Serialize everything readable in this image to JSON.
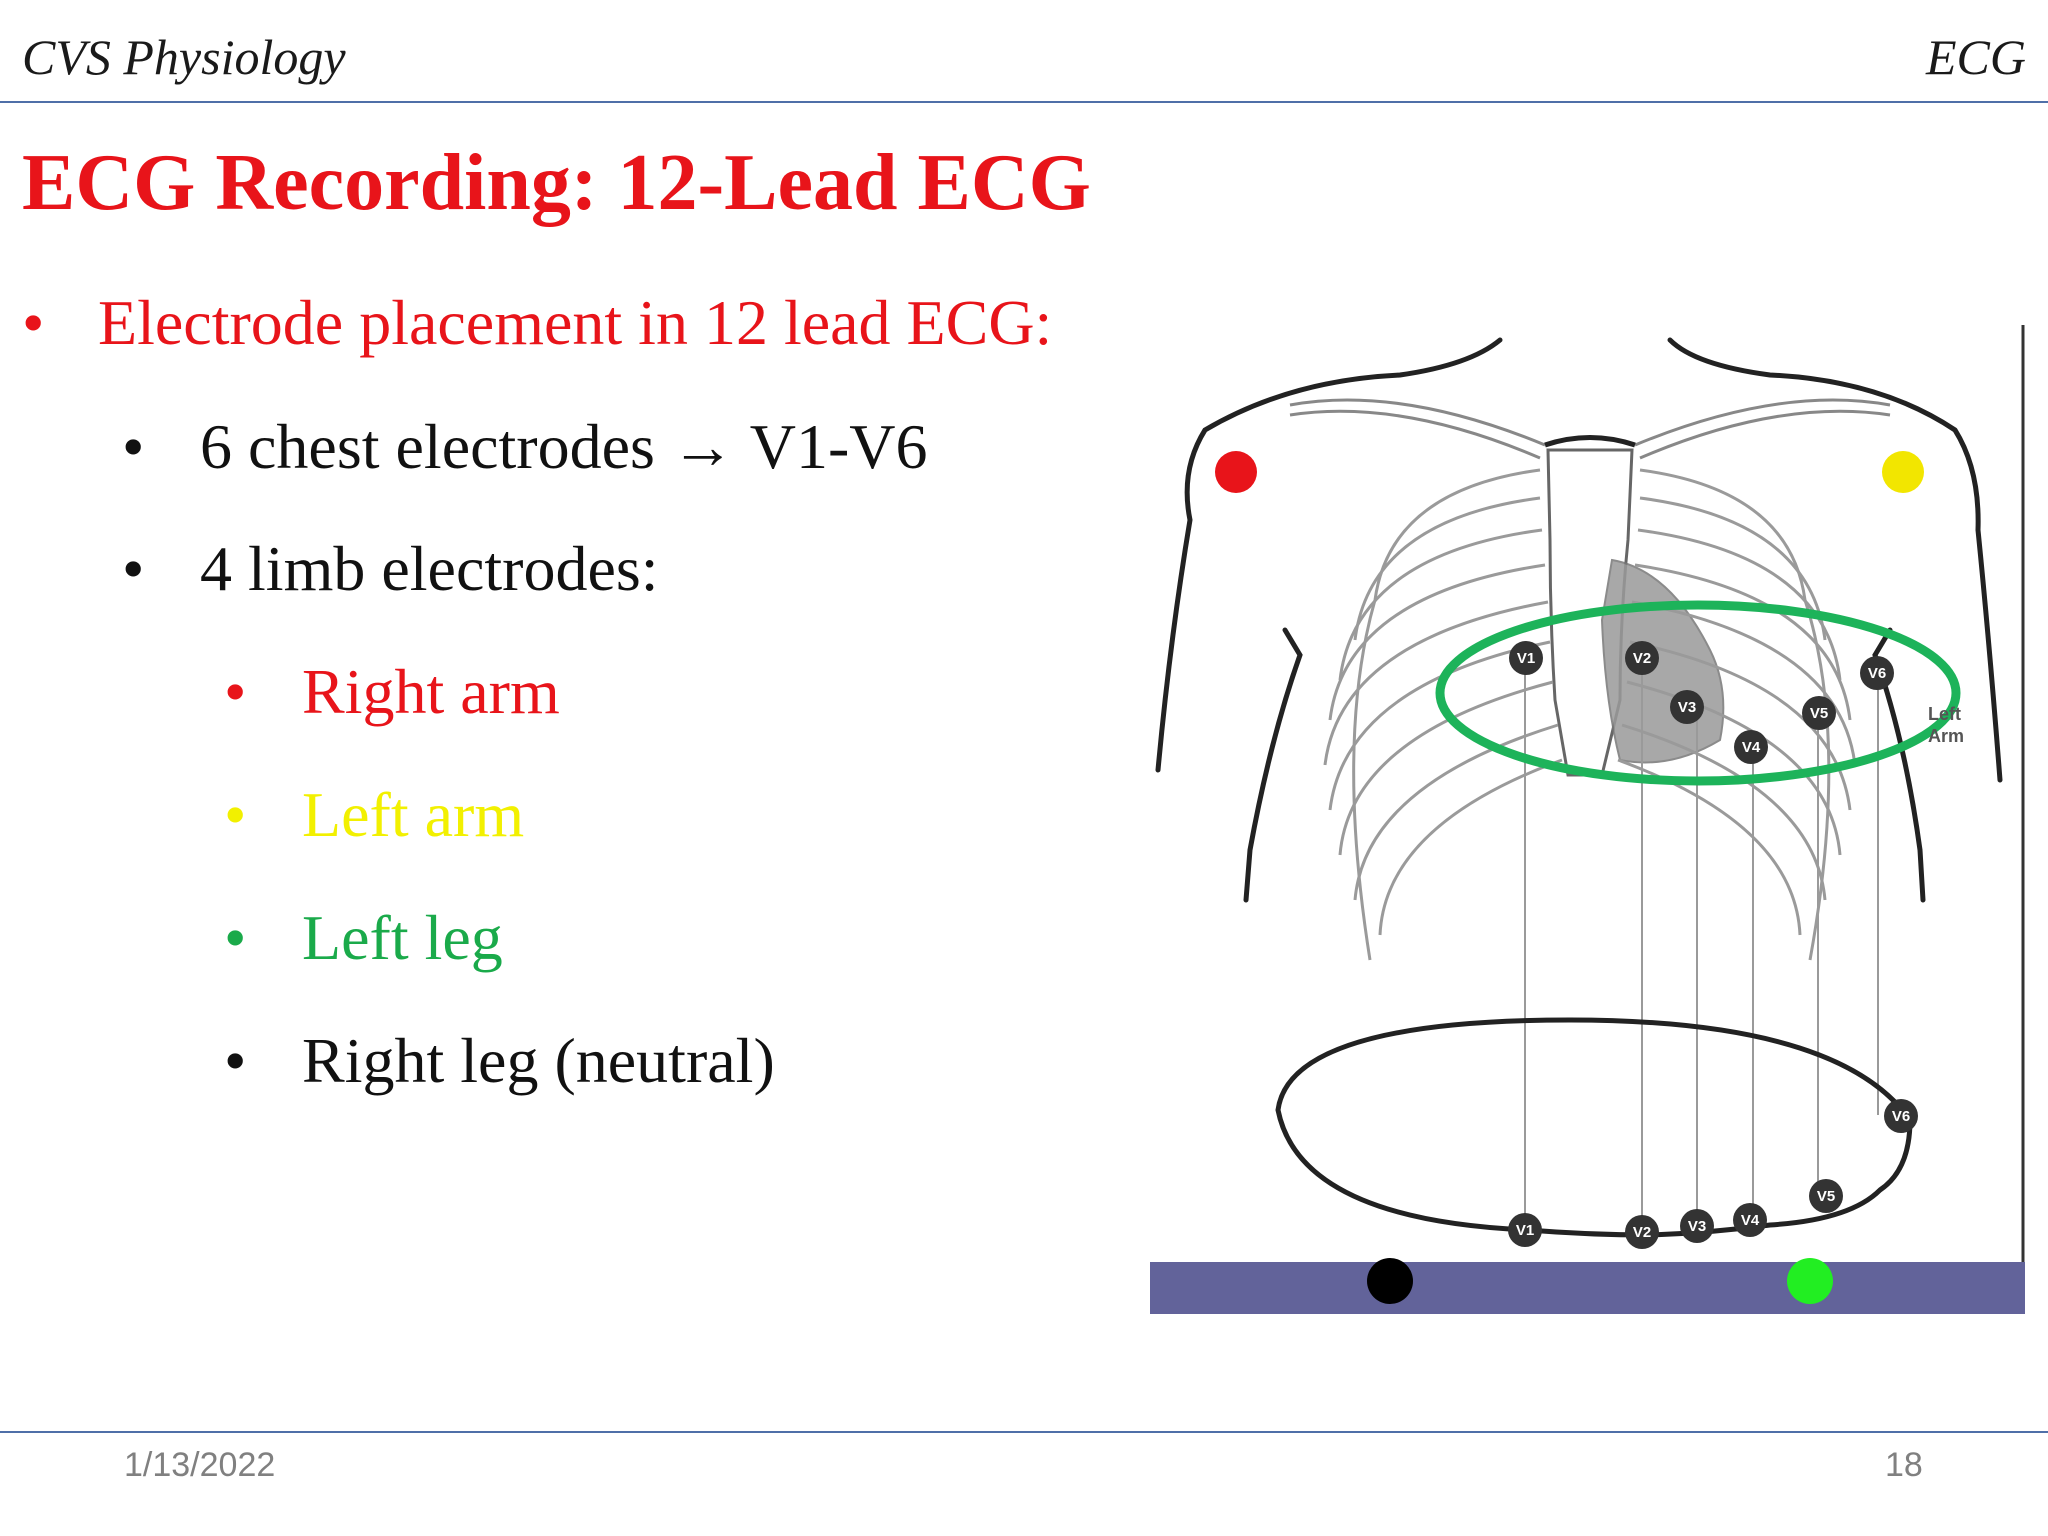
{
  "header": {
    "course": "CVS Physiology",
    "topic": "ECG"
  },
  "slide": {
    "title": "ECG Recording: 12-Lead ECG",
    "bullets": {
      "main": {
        "text": "Electrode placement in 12 lead ECG:",
        "color": "#e8141a"
      },
      "chest": {
        "text": "6 chest electrodes → V1-V6",
        "color": "#111111"
      },
      "limb": {
        "text": "4 limb electrodes:",
        "color": "#111111"
      },
      "right_arm": {
        "text": "Right arm",
        "color": "#e8141a"
      },
      "left_arm": {
        "text": "Left arm",
        "color": "#f2f000"
      },
      "left_leg": {
        "text": "Left leg",
        "color": "#1aaa4a"
      },
      "right_leg": {
        "text": "Right leg (neutral)",
        "color": "#111111"
      }
    },
    "bullet_glyph": "•"
  },
  "figure": {
    "chest_labels": [
      "V1",
      "V2",
      "V3",
      "V4",
      "V5",
      "V6"
    ],
    "arm_label_line1": "Left",
    "arm_label_line2": "Arm",
    "electrode_colors": {
      "right_arm": "#e8141a",
      "left_arm": "#f2e600",
      "left_leg": "#22ee22",
      "right_leg": "#000000",
      "chest_ring": "#1db35a",
      "base_bar": "#62639a"
    }
  },
  "footer": {
    "date": "1/13/2022",
    "page": "18"
  }
}
